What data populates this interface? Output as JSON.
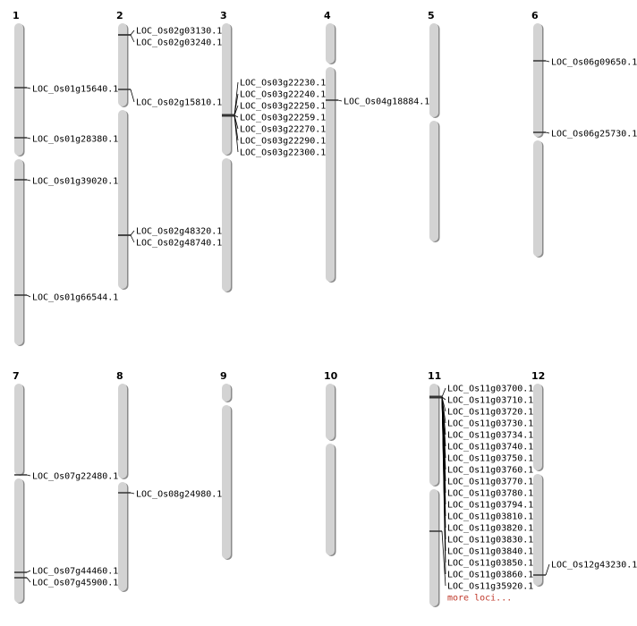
{
  "colors": {
    "chromosome": "#d3d3d3",
    "chromosome_shadow": "#8a8a8a",
    "marker": "#333333",
    "more_link": "#c0392b"
  },
  "chromosomes": [
    {
      "name": "1",
      "loci": [
        "LOC_Os01g15640.1",
        "LOC_Os01g28380.1",
        "LOC_Os01g39020.1",
        "LOC_Os01g66544.1"
      ]
    },
    {
      "name": "2",
      "loci": [
        "LOC_Os02g03130.1",
        "LOC_Os02g03240.1",
        "LOC_Os02g15810.1",
        "LOC_Os02g48320.1",
        "LOC_Os02g48740.1"
      ]
    },
    {
      "name": "3",
      "loci": [
        "LOC_Os03g22230.1",
        "LOC_Os03g22240.1",
        "LOC_Os03g22250.1",
        "LOC_Os03g22259.1",
        "LOC_Os03g22270.1",
        "LOC_Os03g22290.1",
        "LOC_Os03g22300.1"
      ]
    },
    {
      "name": "4",
      "loci": [
        "LOC_Os04g18884.1"
      ]
    },
    {
      "name": "5",
      "loci": []
    },
    {
      "name": "6",
      "loci": [
        "LOC_Os06g09650.1",
        "LOC_Os06g25730.1"
      ]
    },
    {
      "name": "7",
      "loci": [
        "LOC_Os07g22480.1",
        "LOC_Os07g44460.1",
        "LOC_Os07g45900.1"
      ]
    },
    {
      "name": "8",
      "loci": [
        "LOC_Os08g24980.1"
      ]
    },
    {
      "name": "9",
      "loci": []
    },
    {
      "name": "10",
      "loci": []
    },
    {
      "name": "11",
      "loci": [
        "LOC_Os11g03700.1",
        "LOC_Os11g03710.1",
        "LOC_Os11g03720.1",
        "LOC_Os11g03730.1",
        "LOC_Os11g03734.1",
        "LOC_Os11g03740.1",
        "LOC_Os11g03750.1",
        "LOC_Os11g03760.1",
        "LOC_Os11g03770.1",
        "LOC_Os11g03780.1",
        "LOC_Os11g03794.1",
        "LOC_Os11g03810.1",
        "LOC_Os11g03820.1",
        "LOC_Os11g03830.1",
        "LOC_Os11g03840.1",
        "LOC_Os11g03850.1",
        "LOC_Os11g03860.1",
        "LOC_Os11g35920.1"
      ],
      "more_label": "more loci..."
    },
    {
      "name": "12",
      "loci": [
        "LOC_Os12g43230.1"
      ]
    }
  ]
}
